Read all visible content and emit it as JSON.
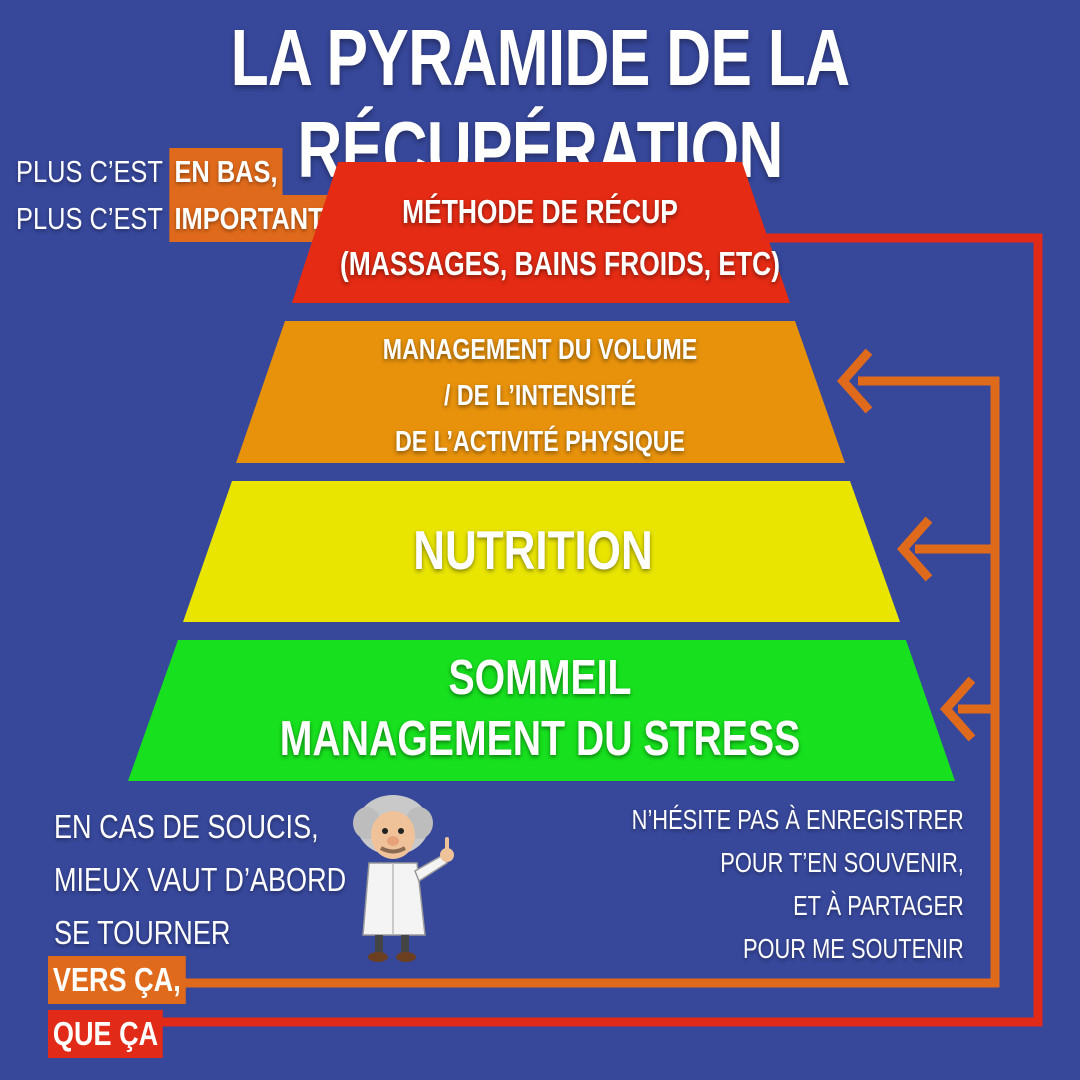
{
  "title": "LA PYRAMIDE DE LA RÉCUPÉRATION",
  "top_note": {
    "line1_prefix": "PLUS C’EST",
    "line1_highlight": "EN BAS,",
    "line2_prefix": "PLUS C’EST",
    "line2_highlight": "IMPORTANT"
  },
  "tiers": [
    {
      "id": "recup",
      "lines": [
        "MÉTHODE DE RÉCUP",
        "(MASSAGES, BAINS FROIDS, ETC)"
      ],
      "color": "#e52b14"
    },
    {
      "id": "volume",
      "lines": [
        "MANAGEMENT DU VOLUME",
        "/ DE L’INTENSITÉ",
        "DE L’ACTIVITÉ PHYSIQUE"
      ],
      "color": "#e8920c"
    },
    {
      "id": "nutrition",
      "lines": [
        "NUTRITION"
      ],
      "color": "#e9e500"
    },
    {
      "id": "sommeil",
      "lines": [
        "SOMMEIL",
        "MANAGEMENT DU STRESS"
      ],
      "color": "#17e11e"
    }
  ],
  "bottom_note": {
    "line1": "EN CAS DE SOUCIS,",
    "line2": "MIEUX VAUT D’ABORD",
    "line3": "SE TOURNER",
    "highlight1": "VERS ÇA,",
    "highlight2": "QUE ÇA"
  },
  "share_note": {
    "line1": "N’HÉSITE PAS À ENREGISTRER",
    "line2": "POUR T’EN SOUVENIR,",
    "line3": "ET À PARTAGER",
    "line4": "POUR ME SOUTENIR"
  },
  "colors": {
    "background": "#37479a",
    "orange_arrow": "#e06a1b",
    "red_arrow": "#e12a17"
  }
}
